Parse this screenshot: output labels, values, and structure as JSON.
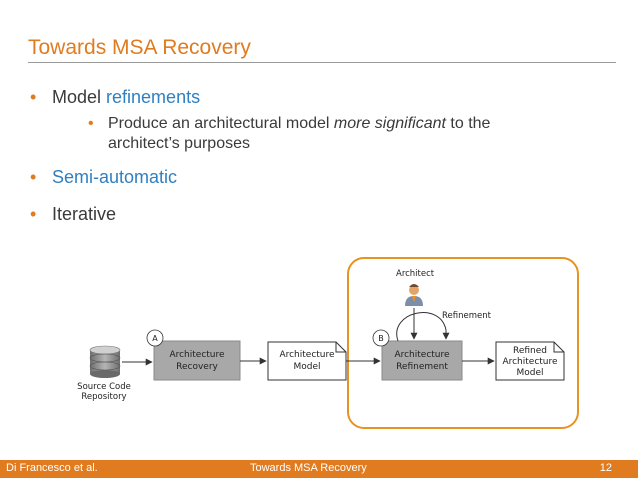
{
  "slide": {
    "title": "Towards MSA Recovery",
    "bullets": {
      "b1_prefix": "Model ",
      "b1_highlight": "refinements",
      "sub1_part1": "Produce an architectural model ",
      "sub1_italic": "more significant",
      "sub1_part2": " to the",
      "sub1_line2": "architect’s purposes",
      "b2": "Semi-automatic",
      "b3": "Iterative"
    },
    "bullet_glyph": "•"
  },
  "diagram": {
    "source_label_1": "Source Code",
    "source_label_2": "Repository",
    "recovery_line1": "Architecture",
    "recovery_line2": "Recovery",
    "recovery_marker": "A",
    "model_line1": "Architecture",
    "model_line2": "Model",
    "refinement_line1": "Architecture",
    "refinement_line2": "Refinement",
    "refinement_marker": "B",
    "refined_line1": "Refined",
    "refined_line2": "Architecture",
    "refined_line3": "Model",
    "architect_label": "Architect",
    "loop_label": "Refinement",
    "colors": {
      "region_border": "#e8921f",
      "process_fill": "#a8a8a8",
      "artifact_fill": "#ffffff",
      "icon": "database-icon / person-icon"
    }
  },
  "footer": {
    "author": "Di Francesco et al.",
    "title": "Towards MSA Recovery",
    "page": "12"
  }
}
